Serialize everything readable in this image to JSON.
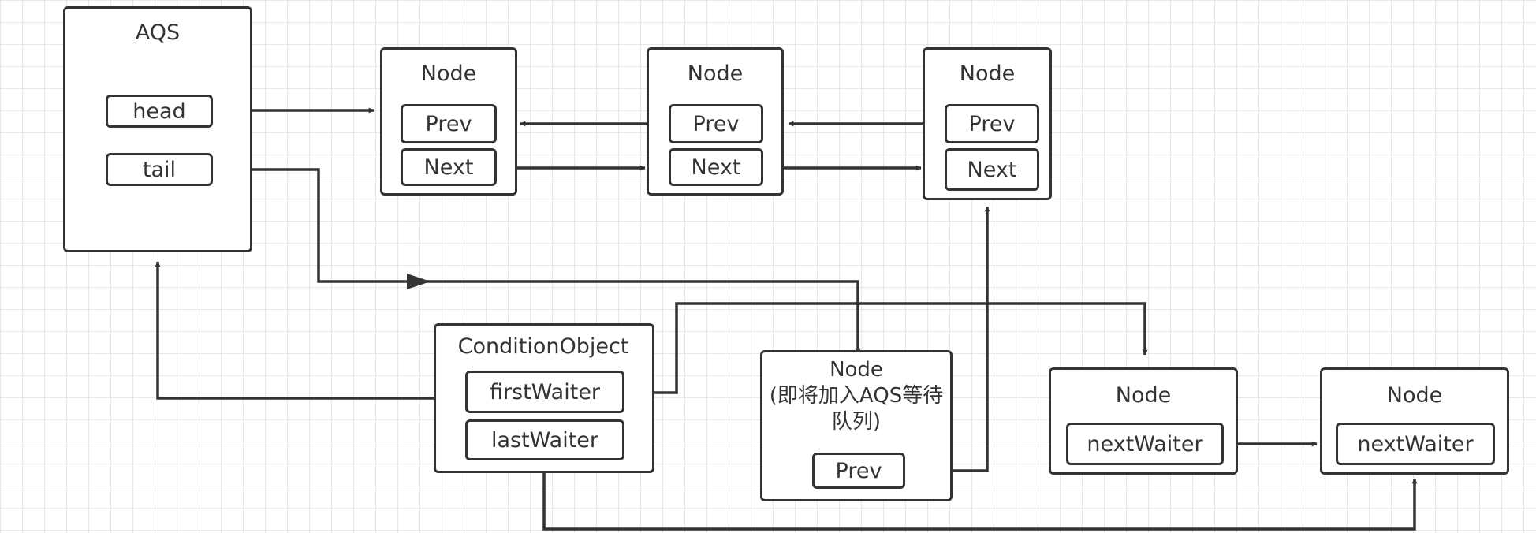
{
  "colors": {
    "stroke": "#333333",
    "grid": "#e8e8e8",
    "background": "#ffffff"
  },
  "aqs": {
    "title": "AQS",
    "head": "head",
    "tail": "tail"
  },
  "sync_queue": [
    {
      "title": "Node",
      "prev": "Prev",
      "next": "Next"
    },
    {
      "title": "Node",
      "prev": "Prev",
      "next": "Next"
    },
    {
      "title": "Node",
      "prev": "Prev",
      "next": "Next"
    }
  ],
  "condition": {
    "title": "ConditionObject",
    "first_waiter": "firstWaiter",
    "last_waiter": "lastWaiter"
  },
  "pending_node": {
    "title_line1": "Node",
    "title_line2": "(即将加入AQS等待",
    "title_line3": "队列)",
    "prev": "Prev"
  },
  "wait_nodes": [
    {
      "title": "Node",
      "next_waiter": "nextWaiter"
    },
    {
      "title": "Node",
      "next_waiter": "nextWaiter"
    }
  ]
}
